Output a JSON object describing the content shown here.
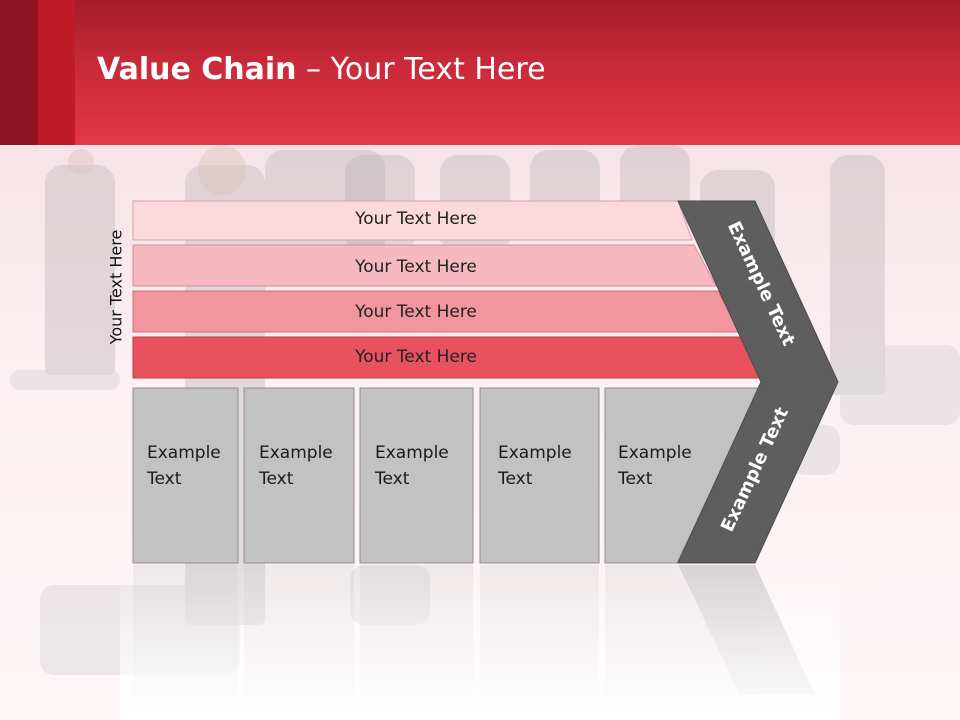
{
  "title": {
    "bold": "Value Chain",
    "rest": " – Your Text Here"
  },
  "side_label": "Your Text Here",
  "bars": [
    "Your Text Here",
    "Your Text Here",
    "Your Text Here",
    "Your Text Here"
  ],
  "cells": [
    {
      "line1": "Example",
      "line2": "Text"
    },
    {
      "line1": "Example",
      "line2": "Text"
    },
    {
      "line1": "Example",
      "line2": "Text"
    },
    {
      "line1": "Example",
      "line2": "Text"
    },
    {
      "line1": "Example",
      "line2": "Text"
    }
  ],
  "chevron_top_text": "Example Text",
  "chevron_bottom_text": "Example Text",
  "colors": {
    "header_red": "#e33848",
    "bar_1": "#fadadd",
    "bar_2": "#f6b9c0",
    "bar_3": "#f1959f",
    "bar_4": "#e8525f",
    "cell_gray": "#c2c2c2",
    "chevron_gray": "#5e5e5e"
  }
}
